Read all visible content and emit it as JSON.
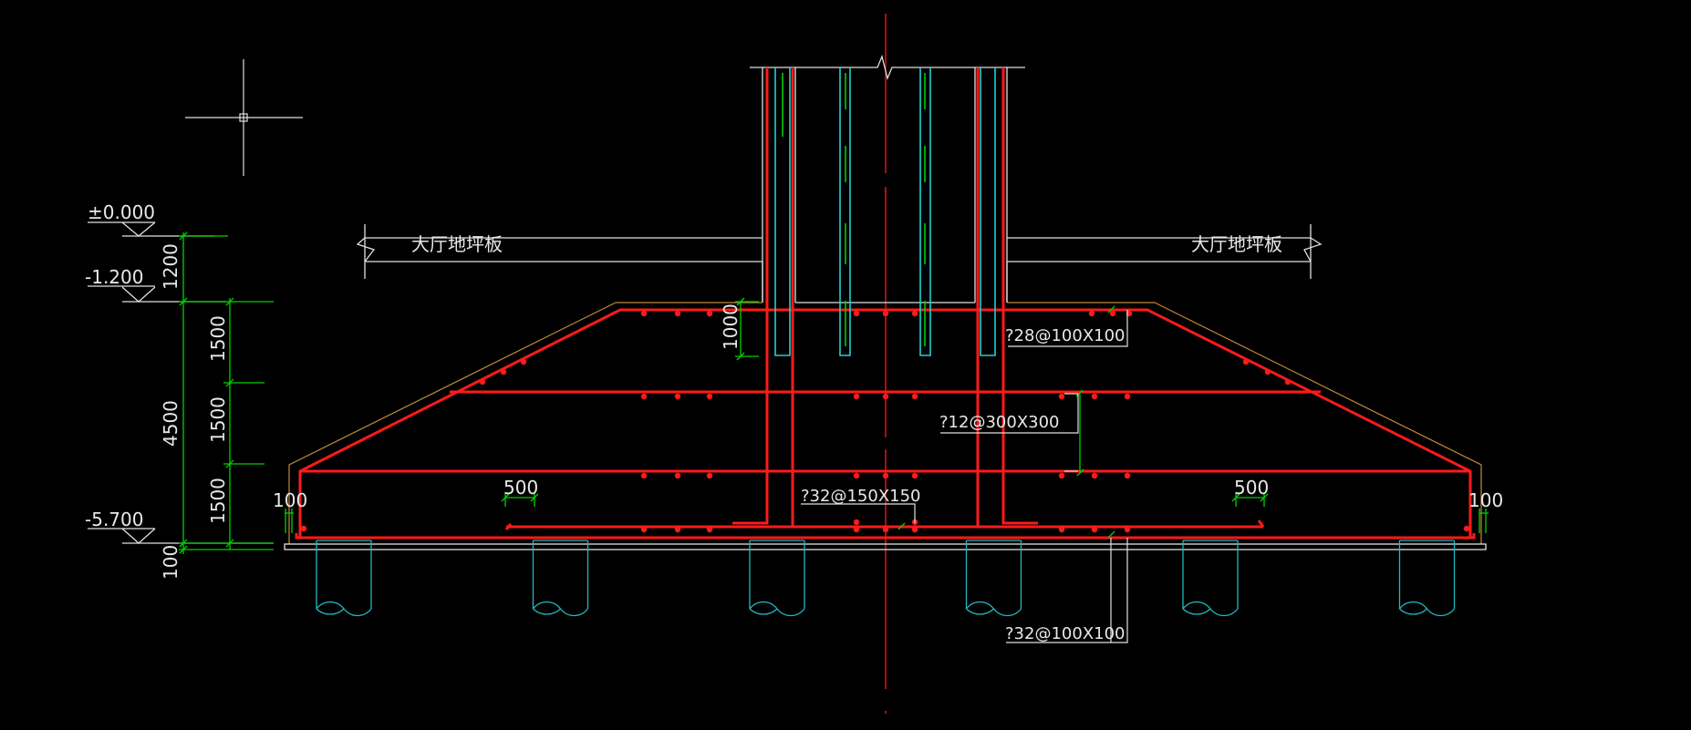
{
  "colors": {
    "background": "#000000",
    "rebar": "#ff1a1a",
    "column_bar": "#22d0d0",
    "stirrup": "#00d000",
    "dimension": "#00d000",
    "line": "#e0e0e0",
    "outline": "#c08a3a",
    "pile": "#22b8c0"
  },
  "labels": {
    "elev_0": "±0.000",
    "elev_1": "-1.200",
    "elev_2": "-5.700",
    "floor_left": "大厅地坪板",
    "floor_right": "大厅地坪板",
    "rebar_top": "?28@100X100",
    "rebar_mid": "?12@300X300",
    "rebar_low": "?32@150X150",
    "rebar_bottom": "?32@100X100"
  },
  "dimensions": {
    "d1200": "1200",
    "d4500": "4500",
    "d1500a": "1500",
    "d1500b": "1500",
    "d1500c": "1500",
    "d100_vertical": "100",
    "d1000": "1000",
    "d500_left": "500",
    "d500_right": "500",
    "d100_left": "100",
    "d100_right": "100"
  },
  "piles": {
    "count": 6
  }
}
